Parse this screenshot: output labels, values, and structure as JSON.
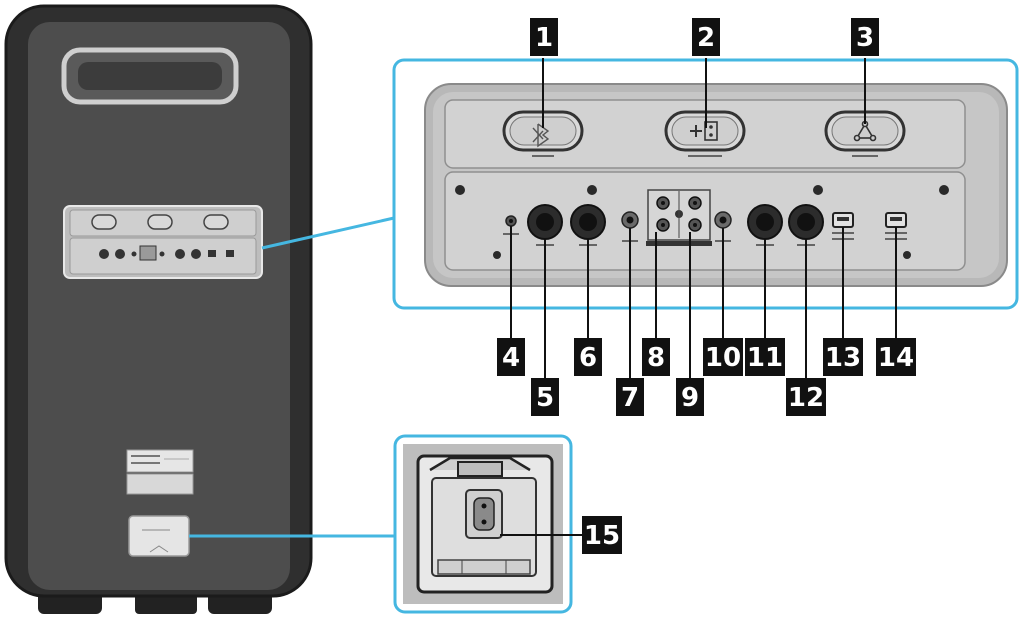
{
  "callouts": [
    {
      "label": "1"
    },
    {
      "label": "2"
    },
    {
      "label": "3"
    },
    {
      "label": "4"
    },
    {
      "label": "5"
    },
    {
      "label": "6"
    },
    {
      "label": "7"
    },
    {
      "label": "8"
    },
    {
      "label": "9"
    },
    {
      "label": "10"
    },
    {
      "label": "11"
    },
    {
      "label": "12"
    },
    {
      "label": "13"
    },
    {
      "label": "14"
    },
    {
      "label": "15"
    }
  ],
  "colors": {
    "callout_bg": "#111111",
    "callout_text": "#ffffff",
    "highlight_line": "#45b7e1",
    "speaker_body": "#4a4a4a",
    "speaker_border": "#2b2b2b",
    "panel_grey": "#c7c7c7"
  },
  "icons": {
    "button_1": "bluetooth-icon",
    "button_2": "mode-icon",
    "button_3": "group-link-icon"
  }
}
